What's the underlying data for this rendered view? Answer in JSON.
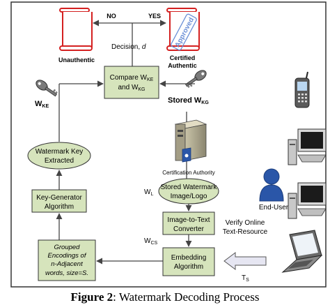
{
  "labels": {
    "no": "NO",
    "yes": "YES",
    "decision": "Decision, ",
    "decision_var": "d",
    "unauthentic": "Unauthentic",
    "certified_line1": "Certified",
    "certified_line2": "Authentic",
    "approved_stamp": "Approved",
    "compare_line1_pre": "Compare W",
    "compare_line1_sub": "KE",
    "compare_line2_pre": "and W",
    "compare_line2_sub": "KG",
    "wke_main": "W",
    "wke_sub": "KE",
    "stored_wkg_pre": "Stored W",
    "stored_wkg_sub": "KG",
    "wm_key_line1": "Watermark Key",
    "wm_key_line2": "Extracted",
    "keygen_line1": "Key-Generator",
    "keygen_line2": "Algorithm",
    "grouped_line1": "Grouped",
    "grouped_line2": "Encodings of",
    "grouped_line3_var": "n",
    "grouped_line3_rest": "-Adjacent",
    "grouped_line4": "words, size=S.",
    "cert_authority": "Certification Authority",
    "wl_main": "W",
    "wl_sub": "L",
    "stored_wm_line1": "Stored Watermark",
    "stored_wm_line2": "Image/Logo",
    "img2text_line1": "Image-to-Text",
    "img2text_line2": "Converter",
    "wcs_main": "W",
    "wcs_sub": "CS",
    "embedding_line1": "Embedding",
    "embedding_line2": "Algorithm",
    "verify_line1": "Verify Online",
    "verify_line2": "Text-Resource",
    "end_user": "End-User",
    "ts_main": "T",
    "ts_sub": "S"
  },
  "caption": {
    "bold": "Figure 2",
    "rest": ": Watermark Decoding Process"
  },
  "colors": {
    "box_fill": "#d6e4bc",
    "box_stroke": "#333333",
    "arrow": "#444444",
    "scroll_red": "#d42020",
    "stamp_blue": "#6a8fd6",
    "user_blue": "#2a56a8"
  },
  "icons": [
    "scroll-icon",
    "key-icon",
    "server-icon",
    "phone-icon",
    "computer-icon",
    "user-icon",
    "laptop-icon"
  ]
}
